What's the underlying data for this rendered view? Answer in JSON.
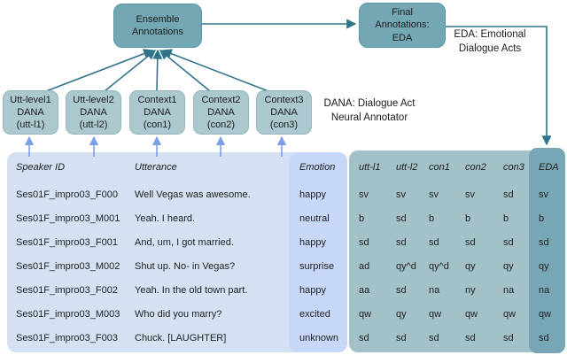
{
  "colors": {
    "flow-box": "#74a7b4",
    "dana-box": "#aac8ce",
    "table-blue": "#d4e1f3",
    "emotion-col": "#c7d7f8",
    "annotator-panel": "#a3c1c8",
    "eda-col": "#77a7b6",
    "line": "#2e7589",
    "blue-arrow": "#7d9ee8",
    "text": "#1b1b1b"
  },
  "flow": {
    "ensemble_box": "Ensemble\nAnnotations",
    "final_box": "Final\nAnnotations:\nEDA",
    "dana_boxes": [
      "Utt-level1\nDANA\n(utt-l1)",
      "Utt-level2\nDANA\n(utt-l2)",
      "Context1\nDANA\n(con1)",
      "Context2\nDANA\n(con2)",
      "Context3\nDANA\n(con3)"
    ],
    "eda_note": "EDA: Emotional\nDialogue Acts",
    "dana_note": "DANA: Dialogue Act\nNeural Annotator"
  },
  "table": {
    "headers": [
      "Speaker ID",
      "Utterance",
      "Emotion",
      "utt-l1",
      "utt-l2",
      "con1",
      "con2",
      "con3",
      "EDA"
    ],
    "rows": [
      [
        "Ses01F_impro03_F000",
        "Well Vegas was awesome.",
        "happy",
        "sv",
        "sv",
        "sv",
        "sv",
        "sd",
        "sv"
      ],
      [
        "Ses01F_impro03_M001",
        "Yeah. I heard.",
        "neutral",
        "b",
        "sd",
        "b",
        "b",
        "b",
        "b"
      ],
      [
        "Ses01F_impro03_F001",
        "And, um, I got married.",
        "happy",
        "sd",
        "sd",
        "sd",
        "sd",
        "sd",
        "sd"
      ],
      [
        "Ses01F_impro03_M002",
        "Shut up. No- in Vegas?",
        "surprise",
        "ad",
        "qy^d",
        "qy^d",
        "qy",
        "qy",
        "qy"
      ],
      [
        "Ses01F_impro03_F002",
        "Yeah. In the old town part.",
        "happy",
        "aa",
        "sd",
        "na",
        "ny",
        "na",
        "na"
      ],
      [
        "Ses01F_impro03_M003",
        "Who did you marry?",
        "excited",
        "qw",
        "qy",
        "qw",
        "qw",
        "qw",
        "qw"
      ],
      [
        "Ses01F_impro03_F003",
        "Chuck. [LAUGHTER]",
        "unknown",
        "sd",
        "sd",
        "sd",
        "sd",
        "sd",
        "sd"
      ]
    ]
  }
}
